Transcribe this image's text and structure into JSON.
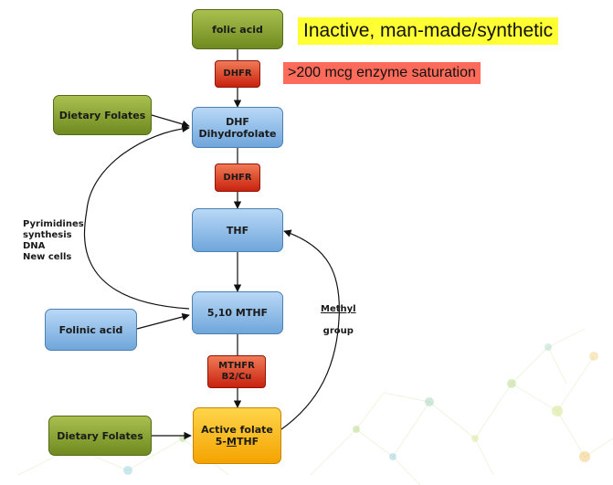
{
  "nodes": {
    "folic_acid": "folic acid",
    "dhfr_1": "DHFR",
    "dietary_folates_top": "Dietary Folates",
    "dhf": "DHF",
    "dhf_full": "Dihydrofolate",
    "dhfr_2": "DHFR",
    "thf": "THF",
    "mthf_510": "5,10 MTHF",
    "folinic_acid": "Folinic acid",
    "mthfr": "MTHFR",
    "mthfr_cofactor": "B2/Cu",
    "dietary_folates_bottom": "Dietary Folates",
    "active_folate": "Active folate",
    "active_folate_prefix": "5-",
    "active_folate_underlined": "M",
    "active_folate_suffix": "THF"
  },
  "annotations": {
    "inactive_note": "Inactive, man-made/synthetic",
    "saturation_note": ">200 mcg enzyme saturation",
    "pyrimidines": "Pyrimidines\nsynthesis\nDNA\nNew cells",
    "methyl": "Methyl",
    "group": "group"
  },
  "colors": {
    "green_box": "#8aa33a",
    "blue_box": "#8dbde9",
    "orange_box": "#f9b51c",
    "red_enzyme": "#e04a2c",
    "yellow_highlight": "#ffff33",
    "red_highlight": "#ff6b5a"
  }
}
